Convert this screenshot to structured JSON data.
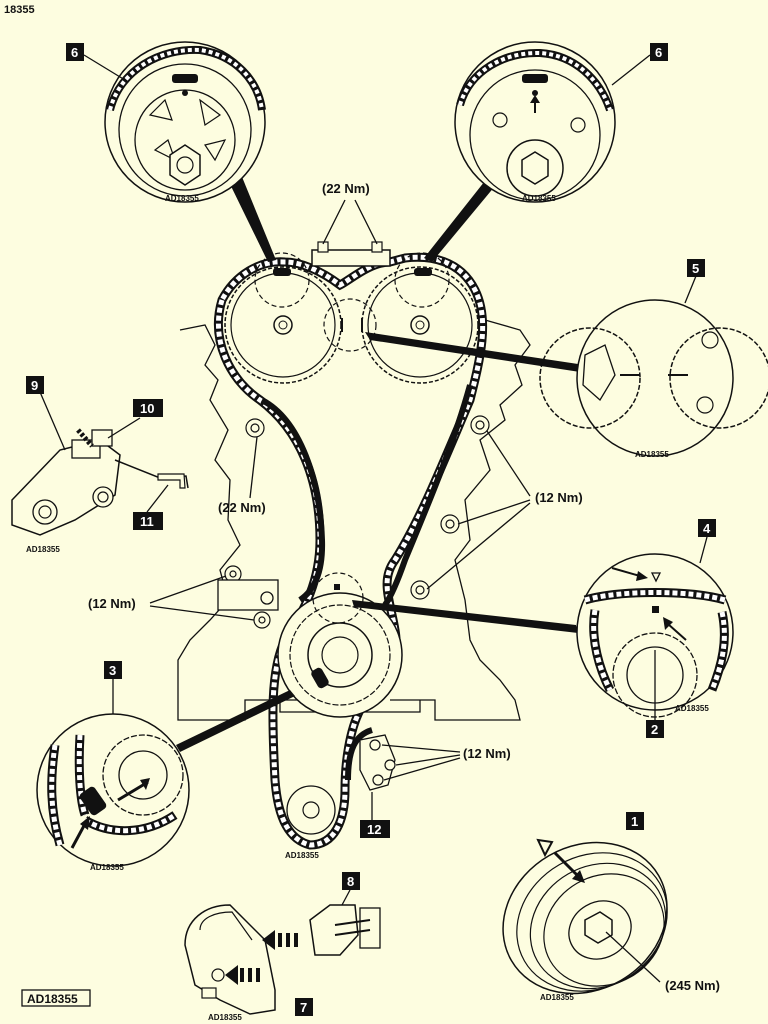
{
  "figure_ref_top": "18355",
  "figure_ref_box": "AD18355",
  "detail_ref": "AD18355",
  "callouts": {
    "c1": "1",
    "c2": "2",
    "c3": "3",
    "c4": "4",
    "c5": "5",
    "c6a": "6",
    "c6b": "6",
    "c7": "7",
    "c8": "8",
    "c9": "9",
    "c10": "10",
    "c11": "11",
    "c12": "12"
  },
  "torques": {
    "top_bolts": "(22 Nm)",
    "left_guide": "(22 Nm)",
    "right_guide": "(12 Nm)",
    "tensioner_left": "(12 Nm)",
    "lower_guide": "(12 Nm)",
    "crank_pulley": "(245 Nm)"
  }
}
